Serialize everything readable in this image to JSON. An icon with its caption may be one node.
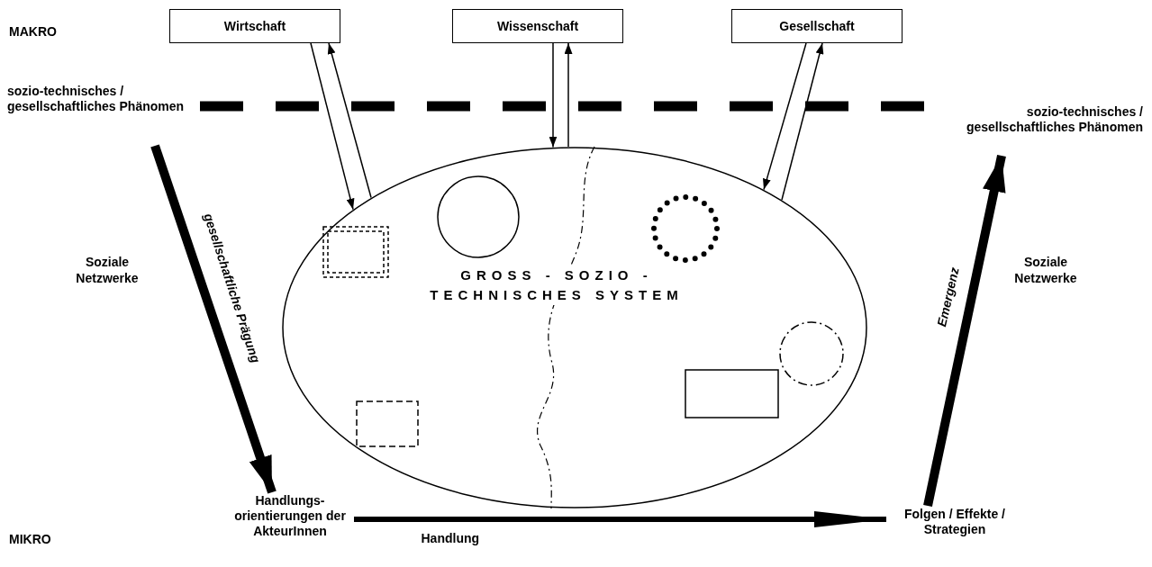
{
  "diagram": {
    "nodes": [
      {
        "text": [
          "Wirtschaft"
        ]
      },
      {
        "text": [
          "Wissenschaft"
        ]
      },
      {
        "text": [
          "Gesellschaft"
        ]
      },
      {
        "text": [
          "sozio-technisches / gesellschaftliches Phänomen"
        ]
      },
      {
        "text": [
          "sozio-technisches / gesellschaftliches Phänomen"
        ]
      },
      {
        "text": [
          "GROSS - SOZIO - TECHNISCHES SYSTEM"
        ]
      },
      {
        "text": [],
        "shape": "circle",
        "in": 5
      },
      {
        "text": [],
        "shape": "circle",
        "in": 5
      },
      {
        "text": [],
        "shape": "box",
        "in": 5
      },
      {
        "text": [],
        "shape": "circle",
        "in": 5
      },
      {
        "text": [],
        "shape": "box",
        "in": 5
      },
      {
        "text": [],
        "shape": "box",
        "in": 5
      },
      {
        "text": [
          "Handlungs- orientierungen der AkteurInnen"
        ]
      },
      {
        "text": [
          "Folgen / Effekte / Strategien"
        ]
      }
    ],
    "edges": [
      {
        "from": 0,
        "to": 5,
        "arrow": "to"
      },
      {
        "from": 5,
        "to": 0,
        "arrow": "to"
      },
      {
        "from": 1,
        "to": 5,
        "arrow": "to"
      },
      {
        "from": 5,
        "to": 1,
        "arrow": "to"
      },
      {
        "from": 2,
        "to": 5,
        "arrow": "to"
      },
      {
        "from": 5,
        "to": 2,
        "arrow": "to"
      },
      {
        "from": 3,
        "to": 12,
        "arrow": "to",
        "label": "gesellschaftliche Prägung",
        "style": "thick"
      },
      {
        "from": 12,
        "to": 13,
        "arrow": "to",
        "label": "Handlung",
        "style": "thick"
      },
      {
        "from": 13,
        "to": 4,
        "arrow": "to",
        "label": "Emergenz",
        "style": "thick"
      }
    ],
    "labels": [
      "MAKRO",
      "Soziale Netzwerke",
      "Soziale Netzwerke",
      "MIKRO"
    ]
  }
}
